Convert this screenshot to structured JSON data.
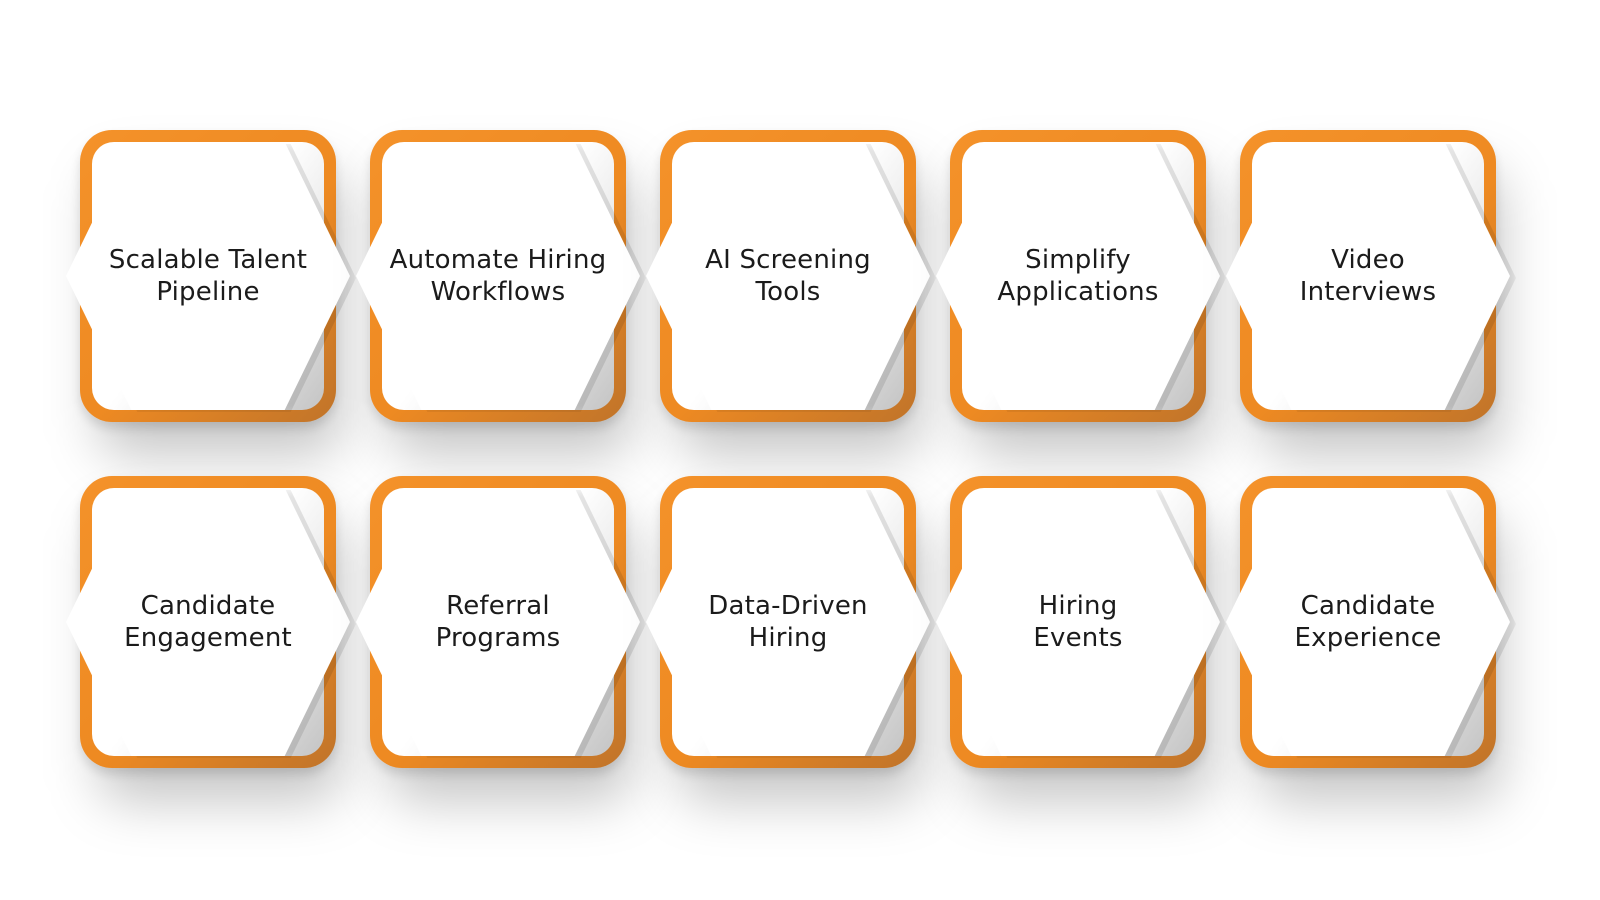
{
  "colors": {
    "frame_orange": "#ee8a22",
    "frame_orange_dark": "#c0742a",
    "text": "#1b1b1b",
    "background": "#ffffff"
  },
  "rows": [
    {
      "cards": [
        {
          "line1": "Scalable Talent",
          "line2": "Pipeline"
        },
        {
          "line1": "Automate Hiring",
          "line2": "Workflows"
        },
        {
          "line1": "AI Screening",
          "line2": "Tools"
        },
        {
          "line1": "Simplify",
          "line2": "Applications"
        },
        {
          "line1": "Video",
          "line2": "Interviews"
        }
      ]
    },
    {
      "cards": [
        {
          "line1": "Candidate",
          "line2": "Engagement"
        },
        {
          "line1": "Referral",
          "line2": "Programs"
        },
        {
          "line1": "Data-Driven",
          "line2": "Hiring"
        },
        {
          "line1": "Hiring",
          "line2": "Events"
        },
        {
          "line1": "Candidate",
          "line2": "Experience"
        }
      ]
    }
  ]
}
